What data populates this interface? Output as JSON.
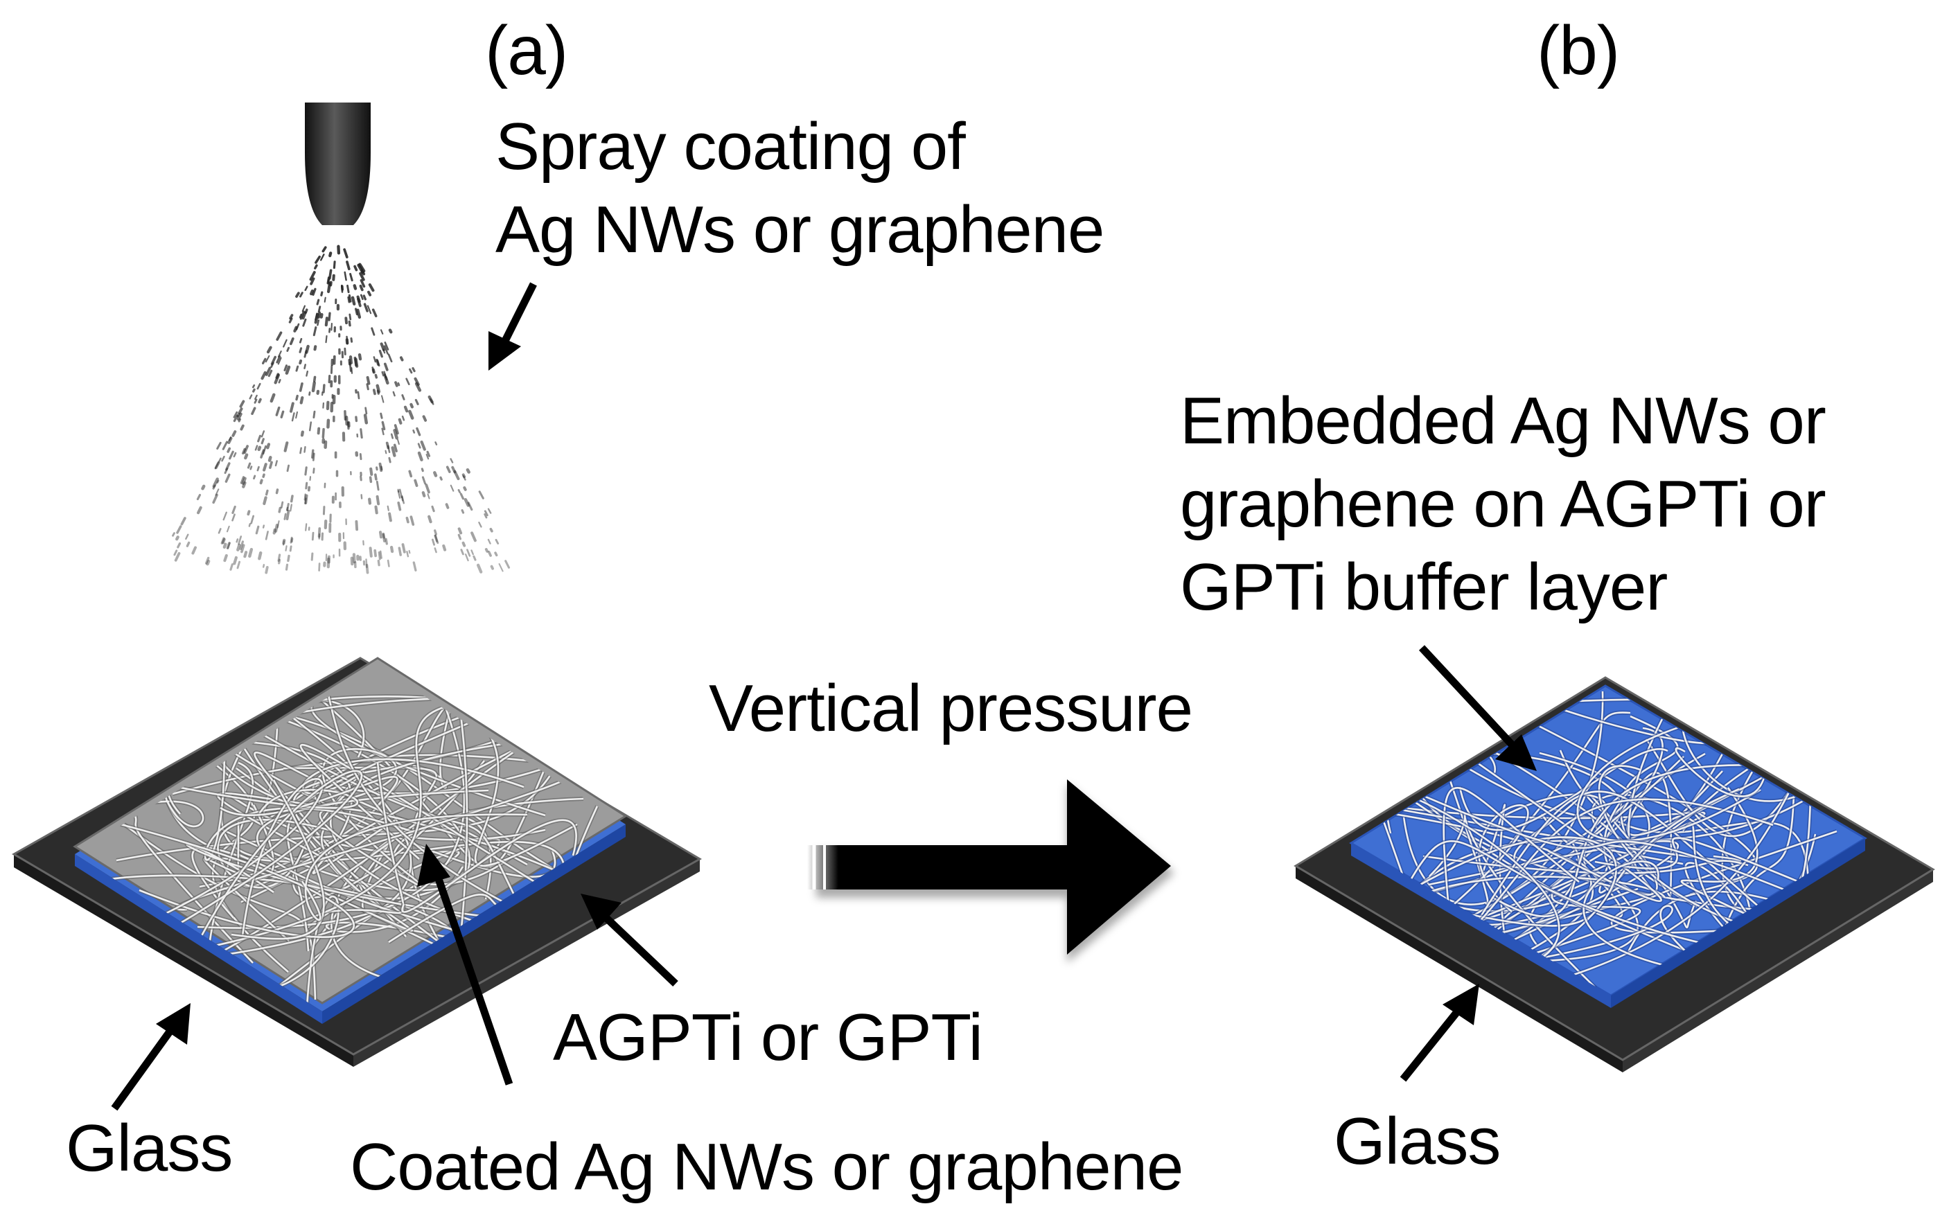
{
  "panels": {
    "a": {
      "label": "(a)",
      "spray_text": "Spray coating of\nAg NWs or graphene",
      "glass_label": "Glass",
      "layer_label": "AGPTi or GPTi",
      "coated_label": "Coated Ag NWs or graphene"
    },
    "b": {
      "label": "(b)",
      "embedded_text": "Embedded Ag NWs or\ngraphene on AGPTi or\nGPTi buffer layer",
      "glass_label": "Glass"
    }
  },
  "process_arrow": {
    "label": "Vertical pressure"
  },
  "colors": {
    "glass": "#3c3c3c",
    "buffer_layer": "#3f6fd3",
    "coated_surface": "#9c9c9c",
    "nanowire": "#f0f0f0",
    "arrow": "#000000"
  },
  "icons": {
    "nozzle": "spray-nozzle-icon",
    "arrow": "process-arrow-icon"
  }
}
